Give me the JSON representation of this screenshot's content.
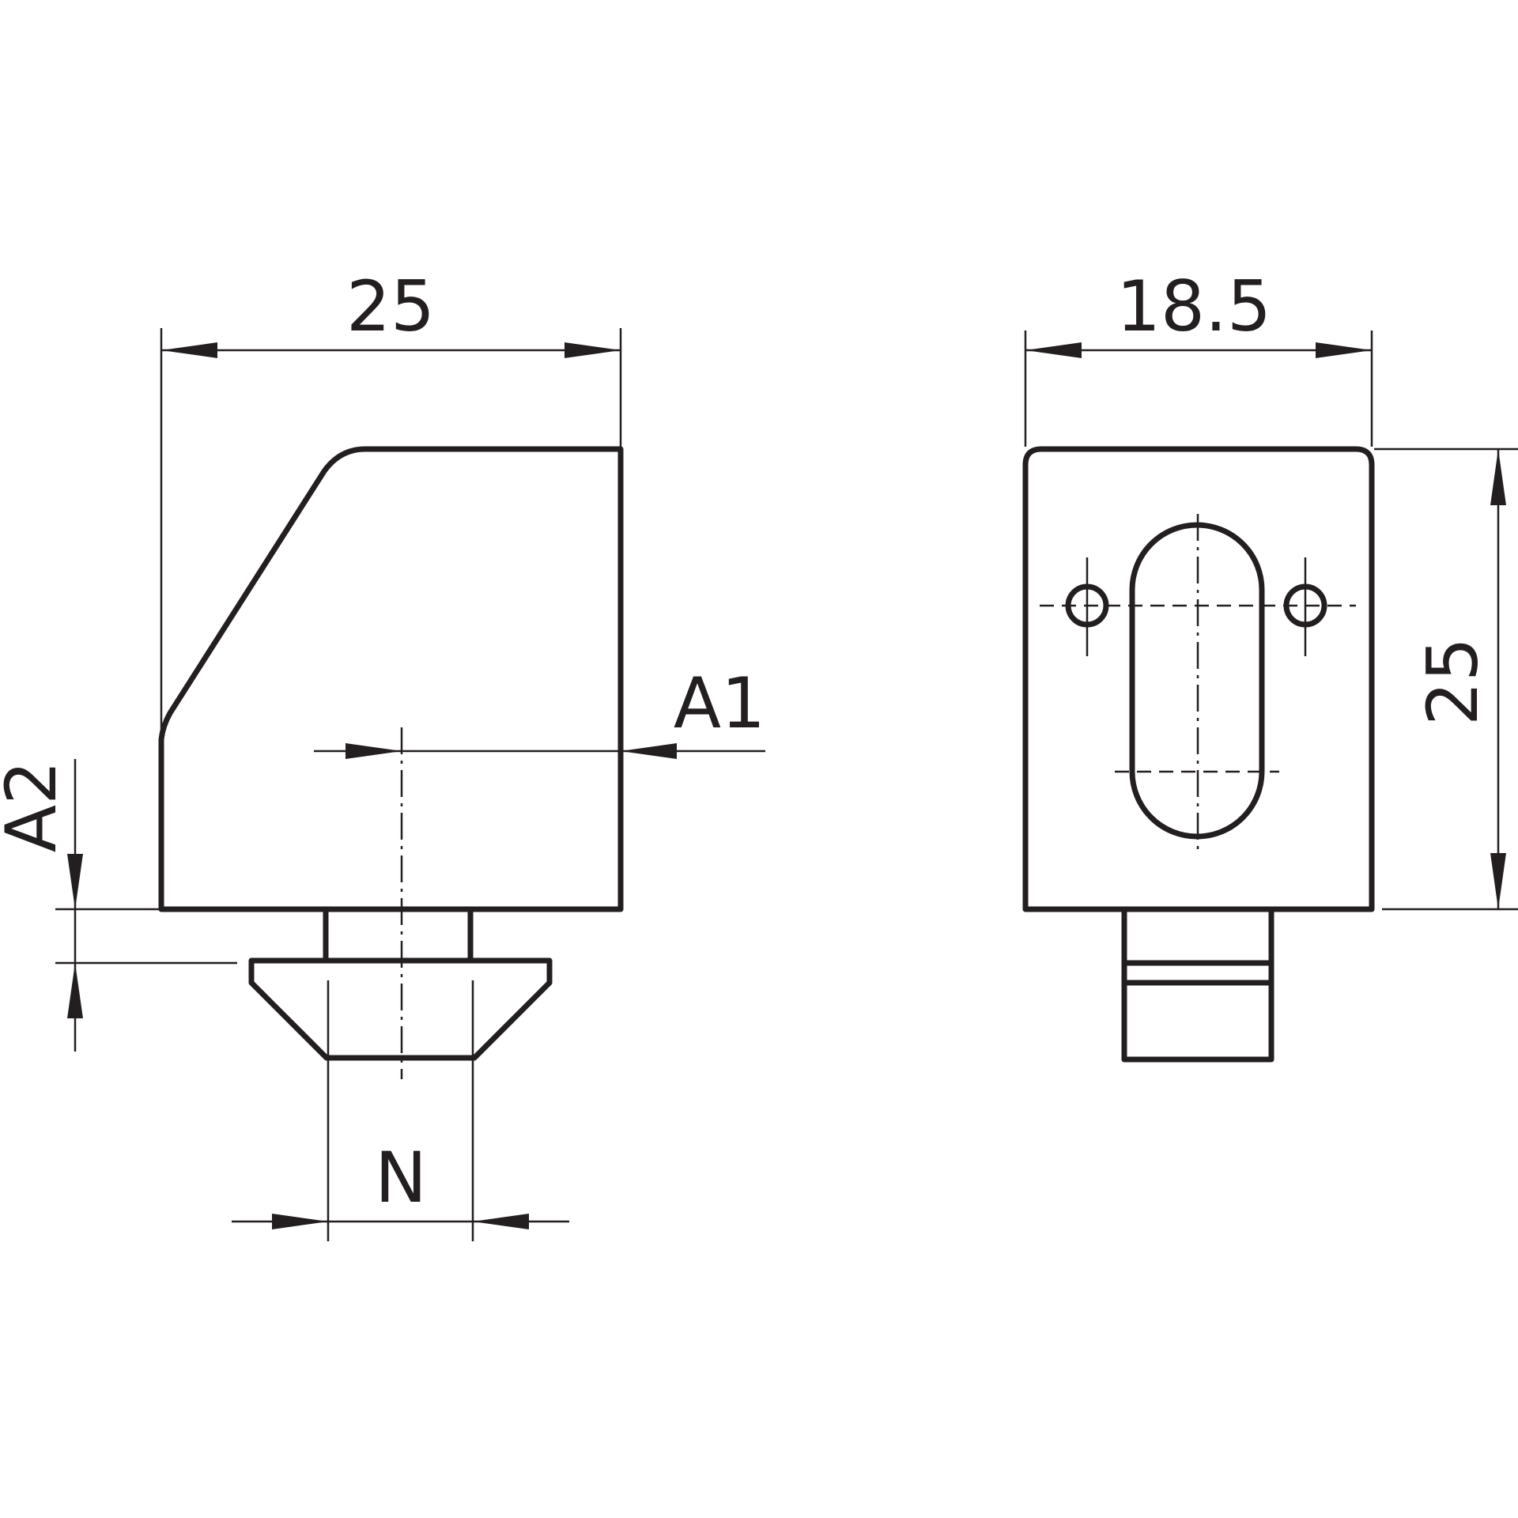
{
  "dimensions": {
    "front_width": "25",
    "side_width": "18.5",
    "side_height": "25",
    "offset_a1": "A1",
    "offset_a2": "A2",
    "slot_width_n": "N"
  }
}
